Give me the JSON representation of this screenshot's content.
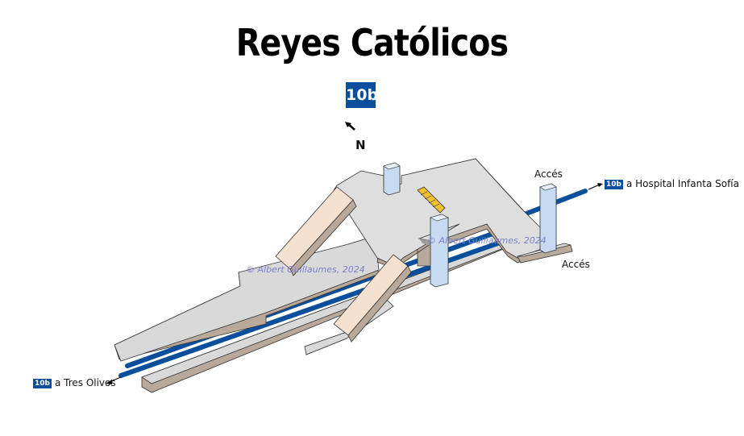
{
  "title": "Reyes Católicos",
  "line": {
    "name": "10b",
    "color": "#0b4f9c"
  },
  "north_label": "N",
  "destinations": [
    {
      "line": "10b",
      "text": "a Hospital Infanta Sofía"
    },
    {
      "line": "10b",
      "text": "a Tres Olivos"
    }
  ],
  "access_labels": [
    "Accés",
    "Accés"
  ],
  "watermarks": [
    "© Albert Guillaumes, 2024",
    "© Albert Guillaumes, 2024"
  ],
  "colors": {
    "platform_top": "#d9d9d9",
    "platform_side": "#b8a99a",
    "concourse": "#dedede",
    "ramp": "#f4e1cf",
    "elevator": "#c6daf1",
    "stairs": "#f2c12e",
    "track": "#0b4f9c"
  }
}
